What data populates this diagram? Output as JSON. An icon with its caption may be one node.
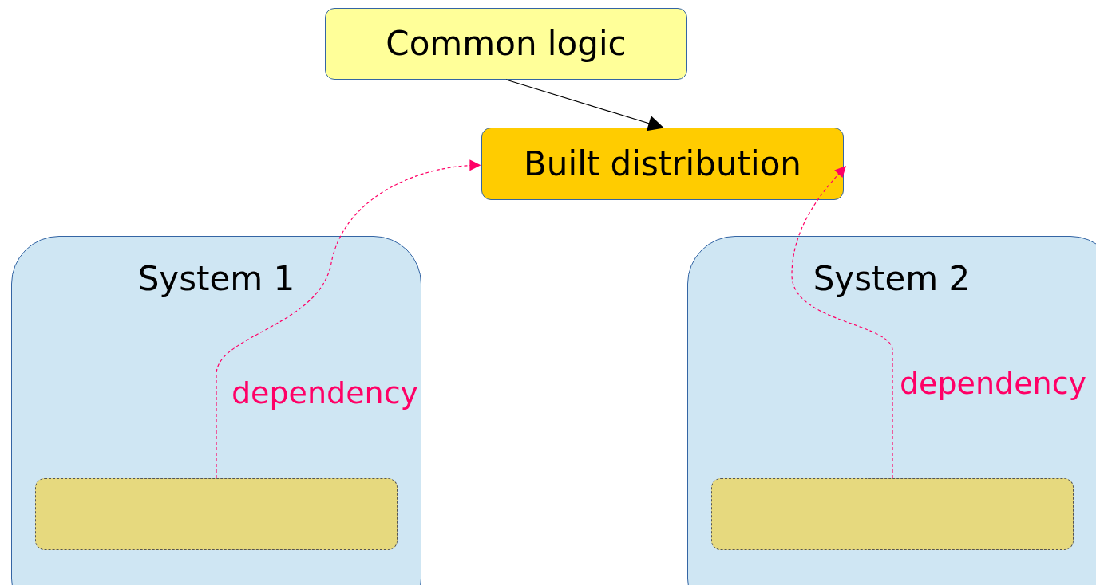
{
  "diagram": {
    "nodes": [
      {
        "text": [
          "Common logic"
        ]
      },
      {
        "text": [
          "Built distribution"
        ]
      },
      {
        "text": [
          "System 1"
        ]
      },
      {
        "text": [],
        "shape": "box",
        "in": 2
      },
      {
        "text": [
          "System 2"
        ]
      },
      {
        "text": [],
        "shape": "box",
        "in": 4
      }
    ],
    "edges": [
      {
        "from": 0,
        "to": 1,
        "arrow": "to",
        "color": "#000000"
      },
      {
        "from": 3,
        "to": 1,
        "arrow": "to",
        "label": "dependency",
        "style": "dashed",
        "color": "#ff0066"
      },
      {
        "from": 5,
        "to": 1,
        "arrow": "to",
        "label": "dependency",
        "style": "dashed",
        "color": "#ff0066"
      }
    ]
  }
}
